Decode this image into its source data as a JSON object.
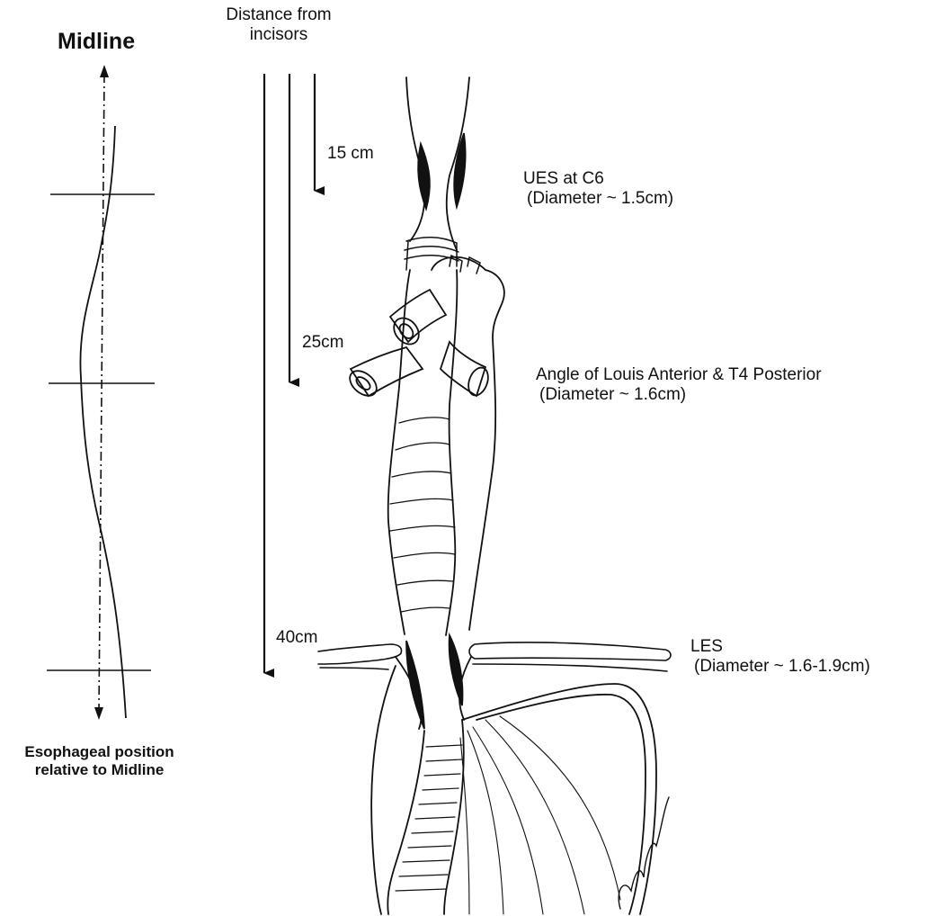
{
  "midline_panel": {
    "title": "Midline",
    "caption_line1": "Esophageal position",
    "caption_line2": "relative to Midline"
  },
  "distance_panel": {
    "heading_line1": "Distance from",
    "heading_line2": "incisors",
    "arrows": [
      {
        "label": "15 cm"
      },
      {
        "label": "25cm"
      },
      {
        "label": "40cm"
      }
    ]
  },
  "landmarks": [
    {
      "name": "UES at C6",
      "detail": "(Diameter ~ 1.5cm)"
    },
    {
      "name": "Angle of Louis Anterior & T4 Posterior",
      "detail": "(Diameter ~ 1.6cm)"
    },
    {
      "name": "LES",
      "detail": "(Diameter ~ 1.6-1.9cm)"
    }
  ]
}
